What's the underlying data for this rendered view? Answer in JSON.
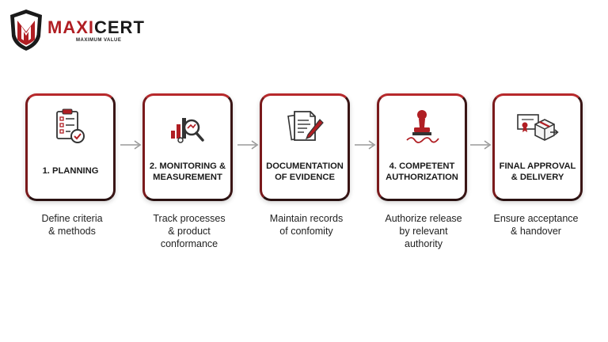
{
  "logo": {
    "name_part1": "MAXI",
    "name_part2": "CERT",
    "tagline": "MAXIMUM VALUE"
  },
  "steps": [
    {
      "title": "1. PLANNING",
      "description": "Define criteria\n& methods",
      "icon": "checklist-icon"
    },
    {
      "title": "2. MONITORING &\nMEASUREMENT",
      "description": "Track processes\n& product\nconformance",
      "icon": "chart-magnifier-icon"
    },
    {
      "title": "DOCUMENTATION\nOF EVIDENCE",
      "description": "Maintain records\nof confomity",
      "icon": "documents-pen-icon"
    },
    {
      "title": "4. COMPETENT\nAUTHORIZATION",
      "description": "Authorize release\nby relevant\nauthority",
      "icon": "stamp-icon"
    },
    {
      "title": "FINAL APPROVAL\n& DELIVERY",
      "description": "Ensure acceptance\n& handover",
      "icon": "certificate-box-icon"
    }
  ],
  "colors": {
    "accent": "#b01e23",
    "dark": "#1a1a1a",
    "arrow": "#9a9a9a"
  }
}
